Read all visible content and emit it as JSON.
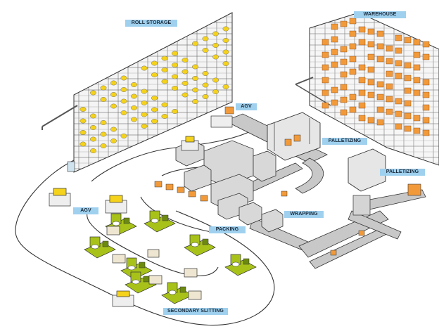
{
  "labels": {
    "roll_storage": "ROLL STORAGE",
    "warehouse": "WAREHOUSE",
    "agv_top": "AGV",
    "palletizing_1": "PALLETIZING",
    "palletizing_2": "PALLETIZING",
    "agv_left": "AGV",
    "wrapping": "WRAPPING",
    "packing": "PACKING",
    "secondary_slitting": "SECONDARY SLITTING"
  },
  "colors": {
    "label_bg": "#9fd0ee",
    "line": "#333333",
    "roll": "#f5d21b",
    "carton": "#f29a3a",
    "machine_green": "#a8c21a",
    "machine_grey": "#d8d8d8",
    "conveyor": "#bfbfbf"
  }
}
